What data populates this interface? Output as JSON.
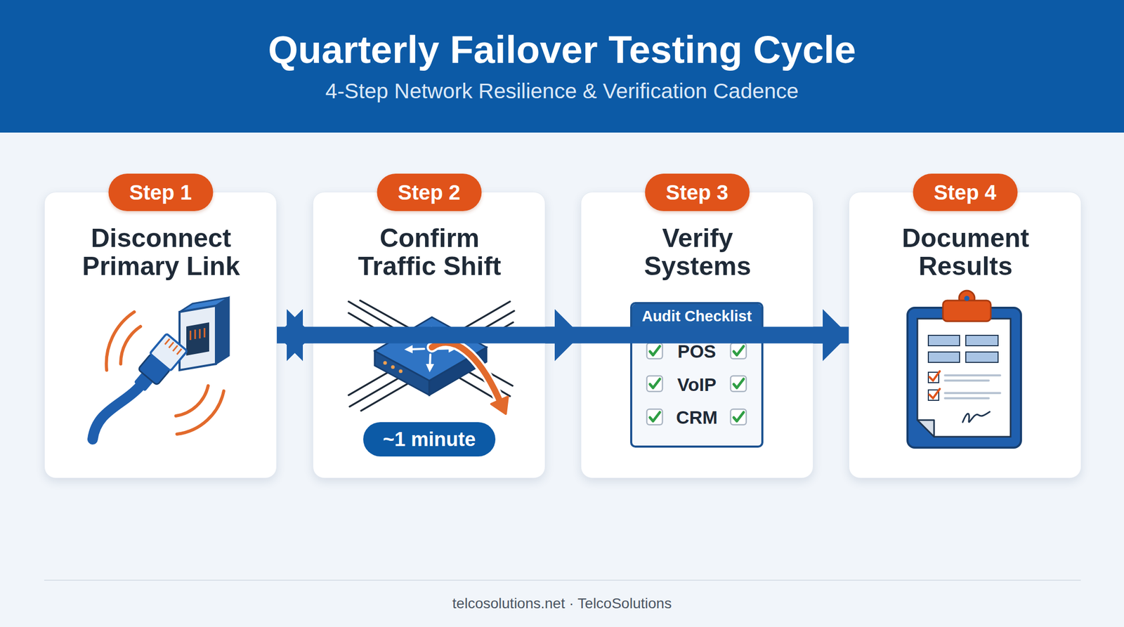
{
  "diagram": {
    "title": "Quarterly Failover Testing Cycle",
    "nodes": [
      {
        "text": [
          "Step 1",
          "Disconnect Primary Link"
        ]
      },
      {
        "text": [
          "Step 2",
          "Confirm Traffic Shift"
        ]
      },
      {
        "text": [
          "~1 minute"
        ],
        "in": 1
      },
      {
        "text": [
          "Step 3",
          "Verify Systems"
        ]
      },
      {
        "text": [
          "Audit Checklist",
          "POS",
          "VoIP",
          "CRM"
        ],
        "in": 3
      },
      {
        "text": [
          "Step 4",
          "Document Results"
        ]
      }
    ],
    "edges": [
      {
        "from": 0,
        "to": 1,
        "arrow": "to"
      },
      {
        "from": 1,
        "to": 3,
        "arrow": "to"
      },
      {
        "from": 3,
        "to": 5,
        "arrow": "to"
      },
      {
        "from": 5,
        "to": 0,
        "arrow": "to"
      }
    ],
    "labels": [
      "4-Step Network Resilience & Verification Cadence",
      "telcosolutions.net · TelcoSolutions"
    ]
  }
}
